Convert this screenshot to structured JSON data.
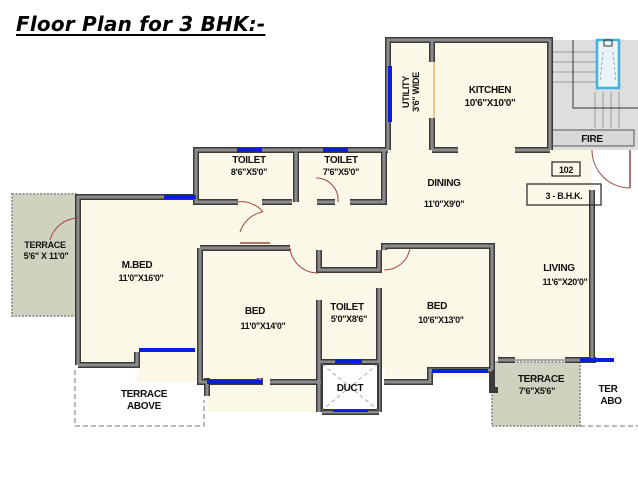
{
  "title": "Floor Plan for 3 BHK:-",
  "colors": {
    "floor": "#fcf8e8",
    "wall": "#8c8c8c",
    "wall_edge": "#3a3a3a",
    "window": "#0a1ee0",
    "terrace": "#cfd2bf",
    "door_arc": "#9b3b3b",
    "stair_bg": "#dcdcdc",
    "lift": "#3fb3e0"
  },
  "rooms": {
    "utility": {
      "name": "UTILITY",
      "size": "3'6\" WIDE"
    },
    "kitchen": {
      "name": "KITCHEN",
      "size": "10'6\"X10'0\""
    },
    "fire": {
      "name": "FIRE"
    },
    "toilet_1": {
      "name": "TOILET",
      "size": "8'6\"X5'0\""
    },
    "toilet_2": {
      "name": "TOILET",
      "size": "7'6\"X5'0\""
    },
    "dining": {
      "name": "DINING",
      "size": "11'0\"X9'0\""
    },
    "unit_number": "102",
    "unit_type": "3 - B.H.K.",
    "terrace_left": {
      "name": "TERRACE",
      "size": "5'6\" X 11'0\""
    },
    "master_bed": {
      "name": "M.BED",
      "size": "11'0\"X16'0\""
    },
    "bed_1": {
      "name": "BED",
      "size": "11'0\"X14'0\""
    },
    "toilet_3": {
      "name": "TOILET",
      "size": "5'0\"X8'6\""
    },
    "bed_2": {
      "name": "BED",
      "size": "10'6\"X13'0\""
    },
    "living": {
      "name": "LIVING",
      "size": "11'6\"X20'0\""
    },
    "duct": {
      "name": "DUCT"
    },
    "terrace_above_left": {
      "line1": "TERRACE",
      "line2": "ABOVE"
    },
    "terrace_front": {
      "name": "TERRACE",
      "size": "7'6\"X5'6\""
    },
    "terrace_above_right": {
      "line1": "TER",
      "line2": "ABO"
    }
  }
}
